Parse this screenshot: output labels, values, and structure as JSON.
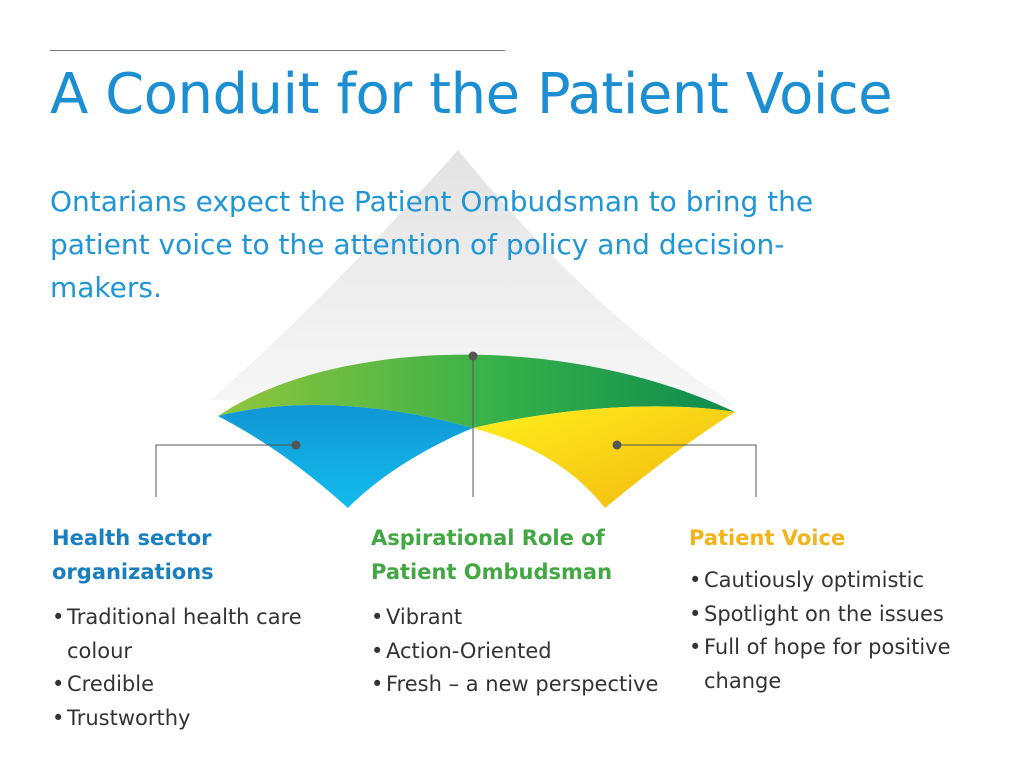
{
  "title": "A Conduit for the Patient Voice",
  "intro": "Ontarians expect the Patient Ombudsman to bring the patient voice to the attention of policy and decision-makers.",
  "colors": {
    "title": "#1c8fd3",
    "blue_segment": "#11a3e0",
    "green_segment": "#3db24a",
    "yellow_segment": "#f7cf10",
    "gold_heading": "#f2b41c",
    "green_heading": "#43a843",
    "blue_heading": "#1a7fc0"
  },
  "columns": [
    {
      "heading": "Health sector organizations",
      "bullets": [
        "Traditional health care colour",
        "Credible",
        "Trustworthy"
      ]
    },
    {
      "heading": "Aspirational Role of Patient Ombudsman",
      "bullets": [
        "Vibrant",
        "Action-Oriented",
        "Fresh – a new perspective"
      ]
    },
    {
      "heading": "Patient Voice",
      "bullets": [
        "Cautiously optimistic",
        "Spotlight on the issues",
        "Full of hope for positive change"
      ]
    }
  ]
}
